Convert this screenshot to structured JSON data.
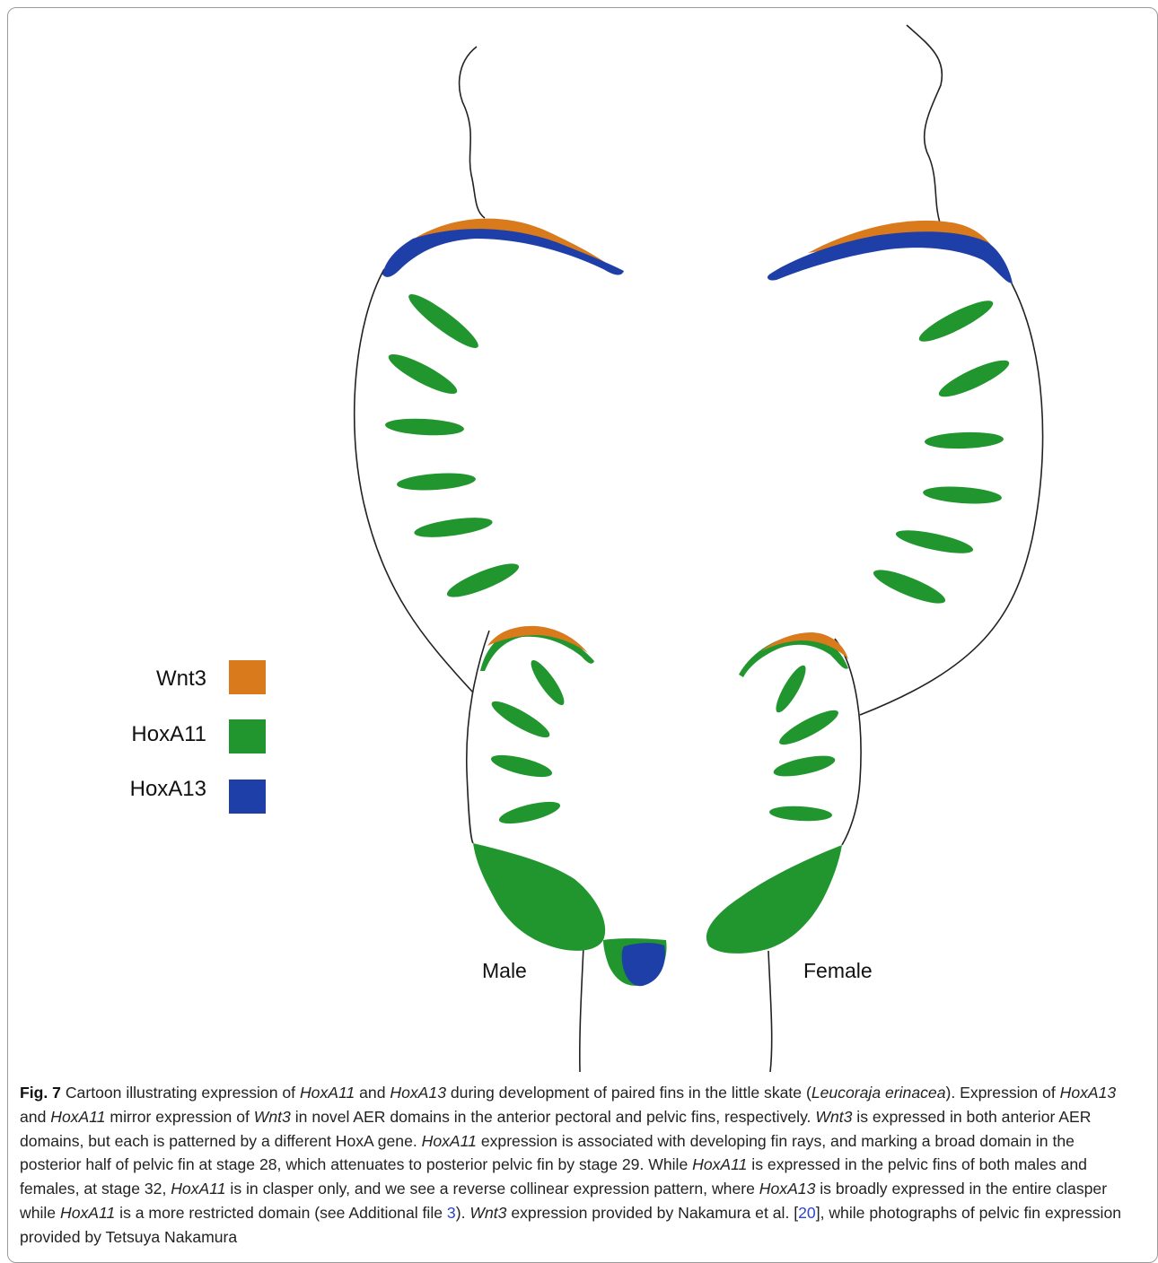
{
  "legend": {
    "items": [
      {
        "label": "Wnt3",
        "color": "#d97a1c"
      },
      {
        "label": "HoxA11",
        "color": "#21962f"
      },
      {
        "label": "HoxA13",
        "color": "#1f3fa8"
      }
    ]
  },
  "labels": {
    "male": "Male",
    "female": "Female"
  },
  "colors": {
    "wnt3": "#d97a1c",
    "hoxa11": "#21962f",
    "hoxa13": "#1f3fa8",
    "outline": "#222222"
  },
  "caption": {
    "fig_label": "Fig. 7",
    "segments": [
      {
        "t": "  Cartoon illustrating expression of ",
        "s": "n"
      },
      {
        "t": "HoxA11",
        "s": "i"
      },
      {
        "t": " and ",
        "s": "n"
      },
      {
        "t": "HoxA13",
        "s": "i"
      },
      {
        "t": " during development of paired fins in the little skate (",
        "s": "n"
      },
      {
        "t": "Leucoraja erinacea",
        "s": "i"
      },
      {
        "t": "). Expression of ",
        "s": "n"
      },
      {
        "t": "HoxA13",
        "s": "i"
      },
      {
        "t": " and ",
        "s": "n"
      },
      {
        "t": "HoxA11",
        "s": "i"
      },
      {
        "t": " mirror expression of ",
        "s": "n"
      },
      {
        "t": "Wnt3",
        "s": "i"
      },
      {
        "t": " in novel AER domains in the anterior pectoral and pelvic fins, respectively. ",
        "s": "n"
      },
      {
        "t": "Wnt3",
        "s": "i"
      },
      {
        "t": " is expressed in both anterior AER domains, but each is patterned by a different HoxA gene. ",
        "s": "n"
      },
      {
        "t": "HoxA11",
        "s": "i"
      },
      {
        "t": " expression is associated with developing fin rays, and marking a broad domain in the posterior half of pelvic fin at stage 28, which attenuates to posterior pelvic fin by stage 29. While ",
        "s": "n"
      },
      {
        "t": "HoxA11",
        "s": "i"
      },
      {
        "t": " is expressed in the pelvic fins of both males and females, at stage 32, ",
        "s": "n"
      },
      {
        "t": "HoxA11",
        "s": "i"
      },
      {
        "t": " is in clasper only, and we see a reverse collinear expression pattern, where ",
        "s": "n"
      },
      {
        "t": "HoxA13",
        "s": "i"
      },
      {
        "t": " is broadly expressed in the entire clasper while ",
        "s": "n"
      },
      {
        "t": "HoxA11",
        "s": "i"
      },
      {
        "t": " is a more restricted domain (see Additional file ",
        "s": "n"
      },
      {
        "t": "3",
        "s": "ref"
      },
      {
        "t": "). ",
        "s": "n"
      },
      {
        "t": "Wnt3",
        "s": "i"
      },
      {
        "t": " expression provided by Nakamura et al. [",
        "s": "n"
      },
      {
        "t": "20",
        "s": "ref"
      },
      {
        "t": "], while photographs of pelvic fin expression provided by Tetsuya Nakamura",
        "s": "n"
      }
    ]
  }
}
